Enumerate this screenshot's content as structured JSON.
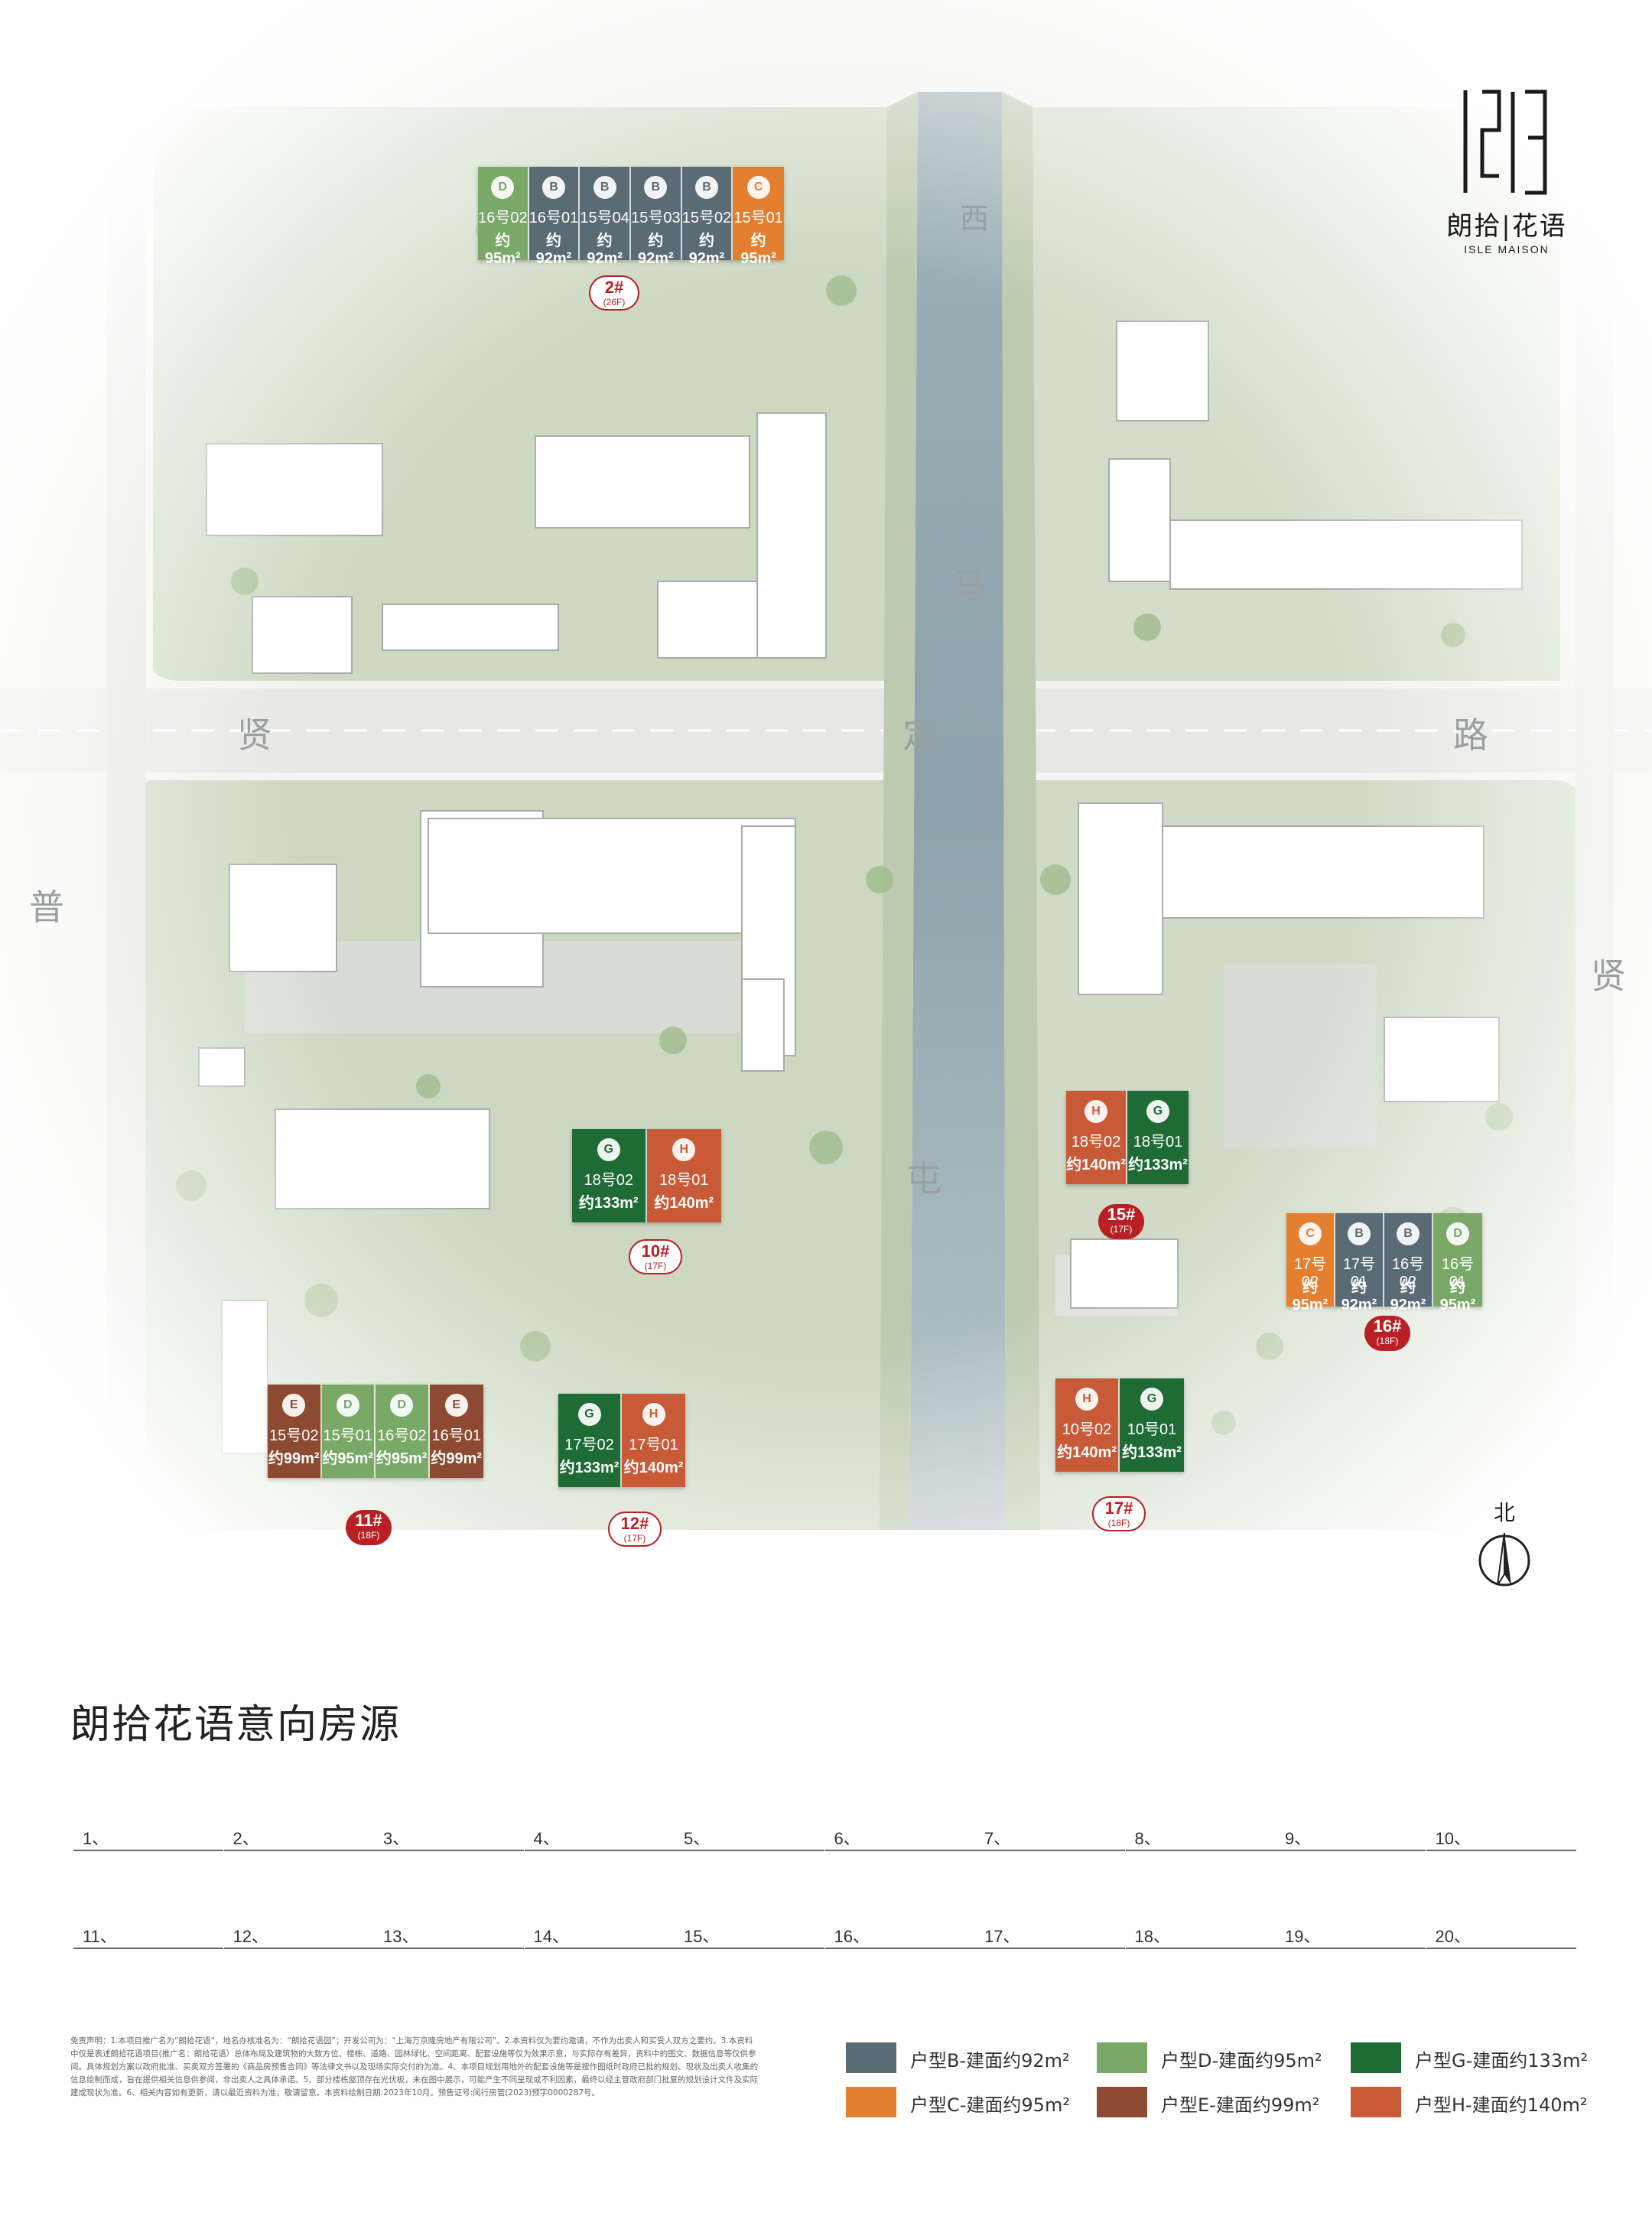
{
  "logo": {
    "name_cn": "朗拾|花语",
    "name_en": "ISLE MAISON"
  },
  "roads": {
    "xianding": [
      "贤",
      "定",
      "路"
    ],
    "puxian": [
      "普",
      "贤"
    ],
    "madingtun": [
      "马",
      "屯"
    ],
    "west_char": "西"
  },
  "compass": {
    "label": "北"
  },
  "buildings": [
    {
      "id": "2",
      "label": "2#",
      "floors": "(26F)",
      "style": "out"
    },
    {
      "id": "10",
      "label": "10#",
      "floors": "(17F)",
      "style": "out"
    },
    {
      "id": "11",
      "label": "11#",
      "floors": "(18F)",
      "style": "red"
    },
    {
      "id": "12",
      "label": "12#",
      "floors": "(17F)",
      "style": "out"
    },
    {
      "id": "15",
      "label": "15#",
      "floors": "(17F)",
      "style": "red"
    },
    {
      "id": "16",
      "label": "16#",
      "floors": "(18F)",
      "style": "red"
    },
    {
      "id": "17",
      "label": "17#",
      "floors": "(18F)",
      "style": "out"
    }
  ],
  "unit_cards": [
    {
      "building": "2",
      "units": [
        {
          "type": "D",
          "code": "16号02",
          "area": "约95m²"
        },
        {
          "type": "B",
          "code": "16号01",
          "area": "约92m²"
        },
        {
          "type": "B",
          "code": "15号04",
          "area": "约92m²"
        },
        {
          "type": "B",
          "code": "15号03",
          "area": "约92m²"
        },
        {
          "type": "B",
          "code": "15号02",
          "area": "约92m²"
        },
        {
          "type": "C",
          "code": "15号01",
          "area": "约95m²"
        }
      ]
    },
    {
      "building": "10",
      "units": [
        {
          "type": "G",
          "code": "18号02",
          "area": "约133m²"
        },
        {
          "type": "H",
          "code": "18号01",
          "area": "约140m²"
        }
      ]
    },
    {
      "building": "15",
      "units": [
        {
          "type": "H",
          "code": "18号02",
          "area": "约140m²"
        },
        {
          "type": "G",
          "code": "18号01",
          "area": "约133m²"
        }
      ]
    },
    {
      "building": "16",
      "units": [
        {
          "type": "C",
          "code": "17号02",
          "area": "约95m²"
        },
        {
          "type": "B",
          "code": "17号01",
          "area": "约92m²"
        },
        {
          "type": "B",
          "code": "16号02",
          "area": "约92m²"
        },
        {
          "type": "D",
          "code": "16号01",
          "area": "约95m²"
        }
      ]
    },
    {
      "building": "11",
      "units": [
        {
          "type": "E",
          "code": "15号02",
          "area": "约99m²"
        },
        {
          "type": "D",
          "code": "15号01",
          "area": "约95m²"
        },
        {
          "type": "D",
          "code": "16号02",
          "area": "约95m²"
        },
        {
          "type": "E",
          "code": "16号01",
          "area": "约99m²"
        }
      ]
    },
    {
      "building": "12",
      "units": [
        {
          "type": "G",
          "code": "17号02",
          "area": "约133m²"
        },
        {
          "type": "H",
          "code": "17号01",
          "area": "约140m²"
        }
      ]
    },
    {
      "building": "17",
      "units": [
        {
          "type": "H",
          "code": "10号02",
          "area": "约140m²"
        },
        {
          "type": "G",
          "code": "10号01",
          "area": "约133m²"
        }
      ]
    }
  ],
  "title": "朗拾花语意向房源",
  "slots": [
    "1、",
    "2、",
    "3、",
    "4、",
    "5、",
    "6、",
    "7、",
    "8、",
    "9、",
    "10、",
    "11、",
    "12、",
    "13、",
    "14、",
    "15、",
    "16、",
    "17、",
    "18、",
    "19、",
    "20、"
  ],
  "disclaimer": "免责声明：1.本项目推广名为“朗拾花语”，地名办核准名为：“朗拾花语园”；开发公司为：“上海万京隆房地产有限公司”。2.本资料仅为要约邀请，不作为出卖人和买受人双方之要约。3.本资料中仅是表述朗拾花语项目(推广名：朗拾花语）总体布局及建筑物的大致方位、楼栋、道路、园林绿化、空间距离、配套设施等仅为效果示意，与实际存有差异，资料中的图文、数据信息等仅供参阅。具体规划方案以政府批准、买卖双方签署的《商品房预售合同》等法律文书以及现场实际交付的为准。4、本项目规划用地外的配套设施等是按作图纸时政府已批的规划、现状及出卖人收集的信息绘制而成，旨在提供相关信息供参阅，非出卖人之具体承诺。5、部分楼栋屋顶存在光伏板，未在图中展示，可能产生不同呈现或不利因素，最终以经主管政府部门批复的规划设计文件及实际建成现状为准。6、相关内容如有更新，请以最近资料为准，敬请留意。本资料绘制日期:2023年10月。预售证号:闵行房管(2023)预字0000287号。",
  "legend": [
    {
      "type": "B",
      "label": "户型B-建面约92m²",
      "color": "#5b6b75"
    },
    {
      "type": "D",
      "label": "户型D-建面约95m²",
      "color": "#79a867"
    },
    {
      "type": "G",
      "label": "户型G-建面约133m²",
      "color": "#1f6b35"
    },
    {
      "type": "C",
      "label": "户型C-建面约95m²",
      "color": "#e37f2e"
    },
    {
      "type": "E",
      "label": "户型E-建面约99m²",
      "color": "#8c4a33"
    },
    {
      "type": "H",
      "label": "户型H-建面约140m²",
      "color": "#c95a38"
    }
  ]
}
